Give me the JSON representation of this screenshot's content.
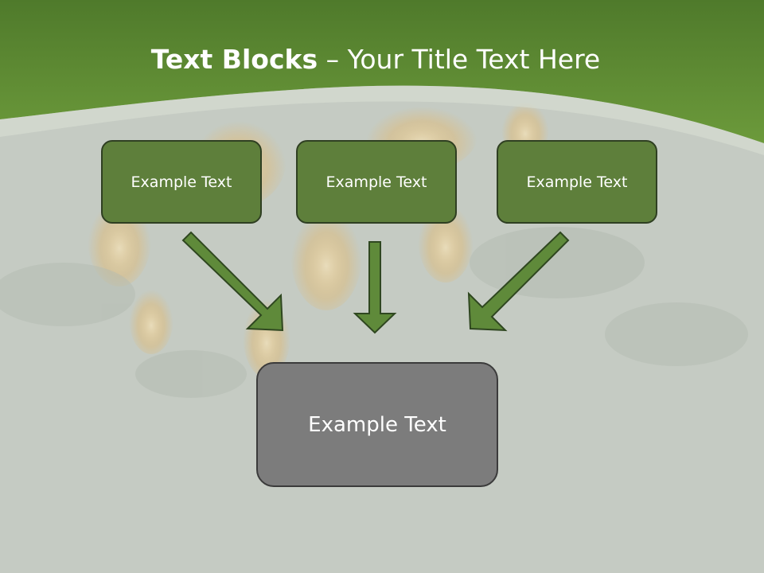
{
  "slide": {
    "title_bold": "Text Blocks",
    "title_dash": " – ",
    "title_rest": "Your Title Text Here"
  },
  "blocks": {
    "top": [
      {
        "label": "Example Text"
      },
      {
        "label": "Example Text"
      },
      {
        "label": "Example Text"
      }
    ],
    "bottom": {
      "label": "Example Text"
    }
  },
  "colors": {
    "header_green": "#5e8a32",
    "block_green": "#5e7f3b",
    "block_border": "#2f3f22",
    "arrow_fill": "#5f8a3a",
    "arrow_stroke": "#2f4720",
    "center_block": "#7c7c7c",
    "background": "#c5cbc3"
  }
}
